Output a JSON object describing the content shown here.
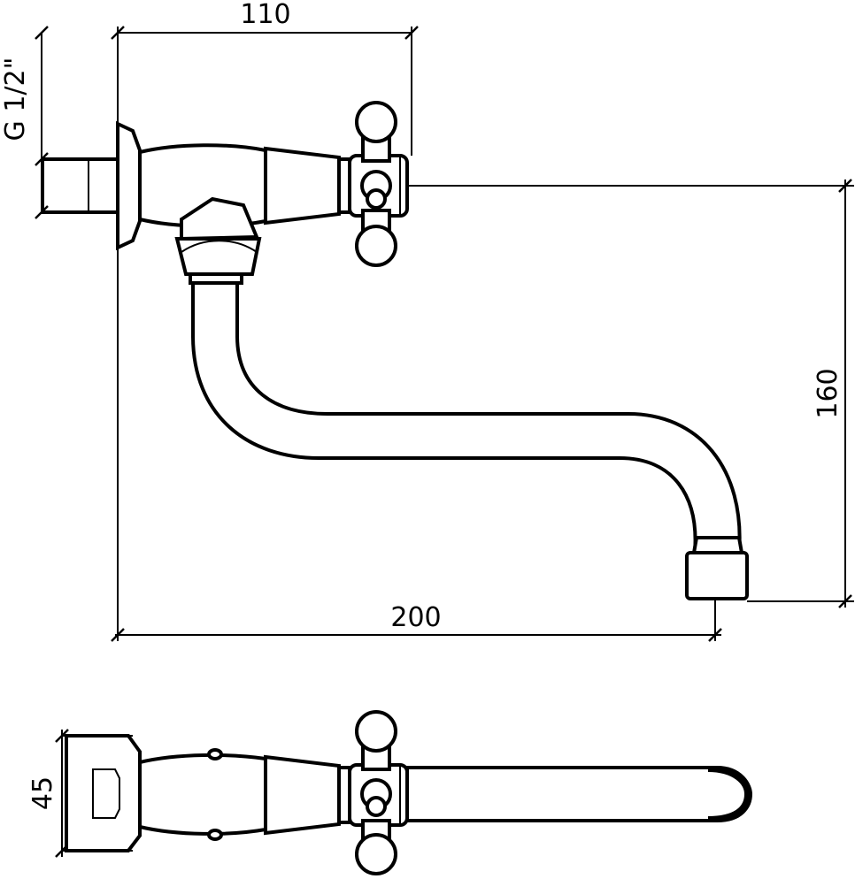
{
  "dimensions": {
    "width_top": "110",
    "thread": "G 1/2\"",
    "height": "160",
    "length": "200",
    "depth": "45"
  },
  "colors": {
    "stroke": "#000000",
    "background": "#ffffff"
  }
}
